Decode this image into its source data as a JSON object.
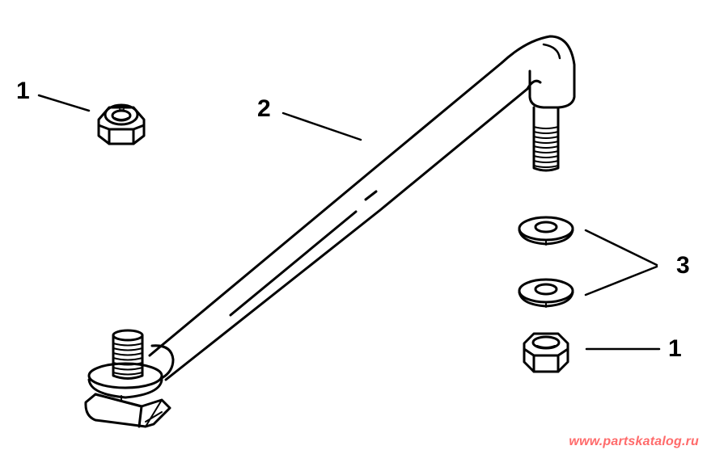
{
  "diagram": {
    "type": "exploded-parts-view",
    "subject": "steering link rod assembly",
    "parts": [
      {
        "callout": "1",
        "description": "lock nut (upper left)"
      },
      {
        "callout": "2",
        "description": "link rod"
      },
      {
        "callout": "3",
        "description": "flat washers (2)"
      },
      {
        "callout": "1",
        "description": "lock nut (lower right)"
      }
    ],
    "callouts": {
      "nut_top_left": "1",
      "rod": "2",
      "washers": "3",
      "nut_bottom_right": "1"
    }
  },
  "watermark": {
    "text": "www.partskatalog.ru",
    "color": "#ff6b6b"
  },
  "colors": {
    "line": "#000000",
    "background": "#ffffff"
  }
}
